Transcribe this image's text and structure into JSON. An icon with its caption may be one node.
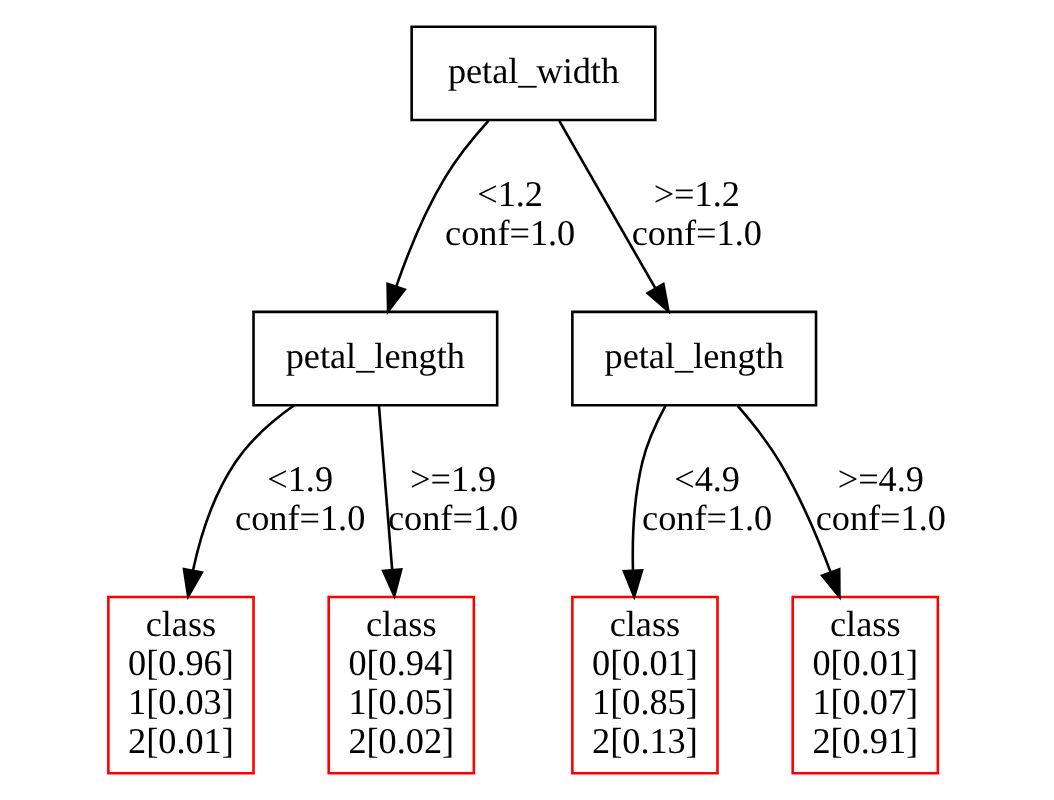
{
  "diagram": {
    "nodes": [
      {
        "text": [
          "petal_width"
        ]
      },
      {
        "text": [
          "petal_length"
        ]
      },
      {
        "text": [
          "petal_length"
        ]
      },
      {
        "text": [
          "class",
          "0[0.96]",
          "1[0.03]",
          "2[0.01]"
        ]
      },
      {
        "text": [
          "class",
          "0[0.94]",
          "1[0.05]",
          "2[0.02]"
        ]
      },
      {
        "text": [
          "class",
          "0[0.01]",
          "1[0.85]",
          "2[0.13]"
        ]
      },
      {
        "text": [
          "class",
          "0[0.01]",
          "1[0.07]",
          "2[0.91]"
        ]
      }
    ],
    "edges": [
      {
        "from": 0,
        "to": 1,
        "arrow": "to",
        "label": "<1.2 conf=1.0"
      },
      {
        "from": 0,
        "to": 2,
        "arrow": "to",
        "label": ">=1.2 conf=1.0"
      },
      {
        "from": 1,
        "to": 3,
        "arrow": "to",
        "label": "<1.9 conf=1.0"
      },
      {
        "from": 1,
        "to": 4,
        "arrow": "to",
        "label": ">=1.9 conf=1.0"
      },
      {
        "from": 2,
        "to": 5,
        "arrow": "to",
        "label": "<4.9 conf=1.0"
      },
      {
        "from": 2,
        "to": 6,
        "arrow": "to",
        "label": ">=4.9 conf=1.0"
      }
    ]
  }
}
